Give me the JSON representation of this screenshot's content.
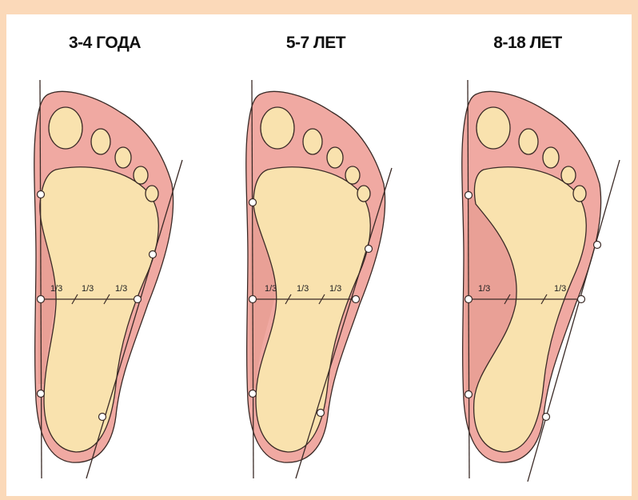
{
  "panels": [
    {
      "title": "3-4 ГОДА",
      "labels": [
        "1/3",
        "1/3",
        "1/3"
      ]
    },
    {
      "title": "5-7 ЛЕТ",
      "labels": [
        "1/3",
        "1/3",
        "1/3"
      ]
    },
    {
      "title": "8-18 ЛЕТ",
      "labels": [
        "1/3",
        "1/3"
      ]
    }
  ],
  "colors": {
    "background": "#fbd9b9",
    "foot_outline": "#f0a9a2",
    "sole": "#f9e2ae",
    "arch": "#e9a096",
    "stroke": "#3a2a26"
  }
}
